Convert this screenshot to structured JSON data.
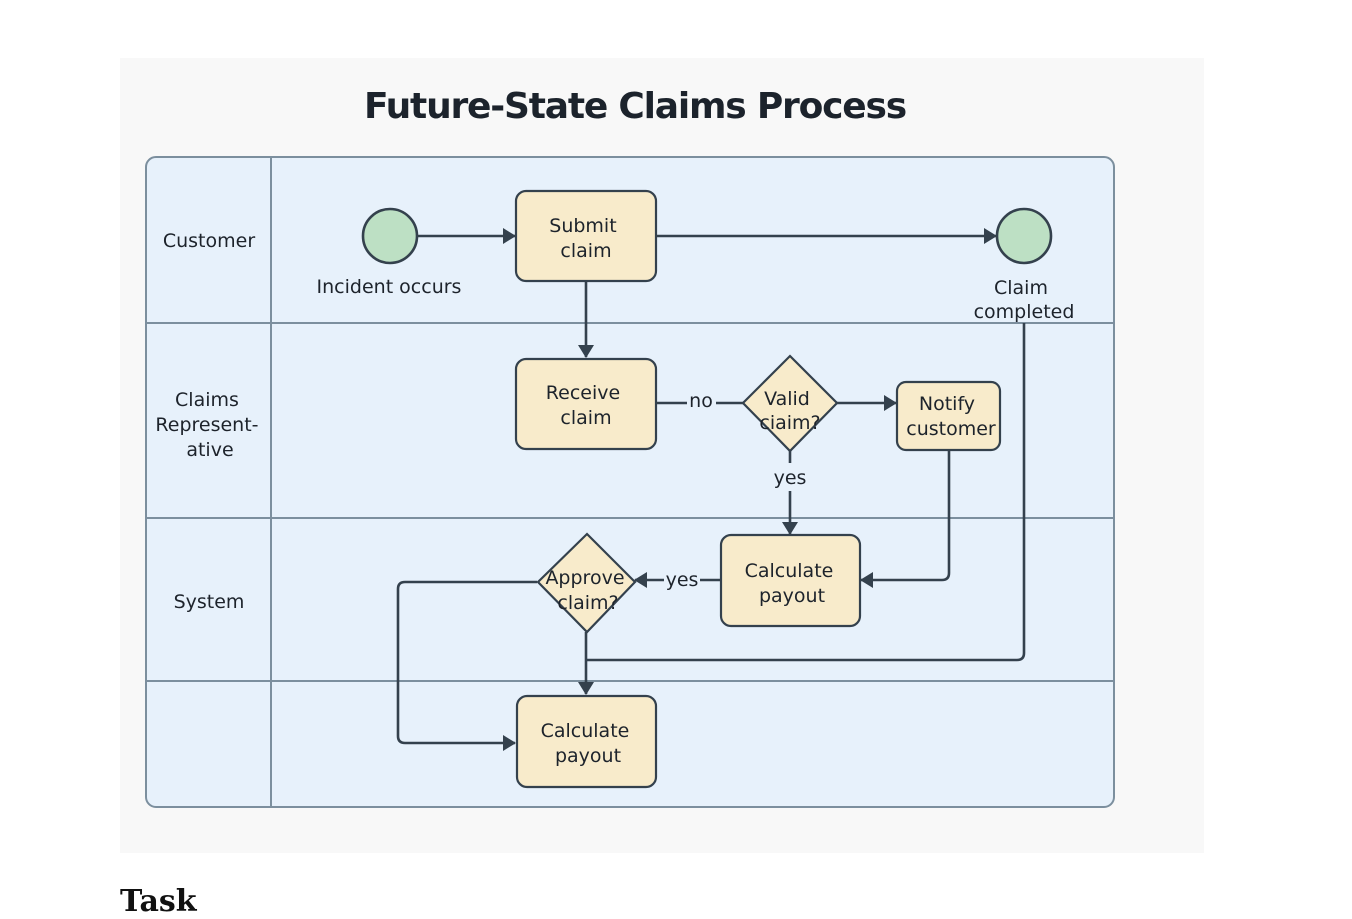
{
  "diagram": {
    "title": "Future-State Claims Process",
    "lanes": [
      {
        "id": "customer",
        "label_lines": [
          "Customer"
        ]
      },
      {
        "id": "claims-rep",
        "label_lines": [
          "Claims",
          "Represent-",
          "ative"
        ]
      },
      {
        "id": "system",
        "label_lines": [
          "System"
        ]
      },
      {
        "id": "unnamed",
        "label_lines": []
      }
    ],
    "nodes": [
      {
        "id": "incident",
        "type": "start-event",
        "lane": "customer",
        "label": "Incident occurs"
      },
      {
        "id": "submit",
        "type": "task",
        "lane": "customer",
        "label_lines": [
          "Submit",
          "claim"
        ]
      },
      {
        "id": "completed",
        "type": "end-event",
        "lane": "customer",
        "label_lines": [
          "Claim",
          "completed"
        ]
      },
      {
        "id": "receive",
        "type": "task",
        "lane": "claims-rep",
        "label_lines": [
          "Receive",
          "claim"
        ]
      },
      {
        "id": "valid",
        "type": "gateway",
        "lane": "claims-rep",
        "label_lines": [
          "Valid",
          "ciaim?"
        ]
      },
      {
        "id": "notify",
        "type": "task",
        "lane": "claims-rep",
        "label_lines": [
          "Notify",
          "customer"
        ]
      },
      {
        "id": "calc1",
        "type": "task",
        "lane": "system",
        "label_lines": [
          "Calculate",
          "payout"
        ]
      },
      {
        "id": "approve",
        "type": "gateway",
        "lane": "system",
        "label_lines": [
          "Approve",
          "claim?"
        ]
      },
      {
        "id": "calc2",
        "type": "task",
        "lane": "unnamed",
        "label_lines": [
          "Calculate",
          "payout"
        ]
      }
    ],
    "edges": [
      {
        "from": "incident",
        "to": "submit",
        "label": ""
      },
      {
        "from": "submit",
        "to": "completed",
        "label": ""
      },
      {
        "from": "submit",
        "to": "receive",
        "label": ""
      },
      {
        "from": "receive",
        "to": "valid",
        "label": "no"
      },
      {
        "from": "valid",
        "to": "notify",
        "label": ""
      },
      {
        "from": "valid",
        "to": "calc1",
        "label": "yes"
      },
      {
        "from": "notify",
        "to": "calc1",
        "label": ""
      },
      {
        "from": "calc1",
        "to": "approve",
        "label": "yes"
      },
      {
        "from": "approve",
        "to": "calc2",
        "label": ""
      },
      {
        "from": "approve",
        "to": "calc2",
        "label": "",
        "route": "left-loop"
      },
      {
        "from": "completed",
        "to": "calc2",
        "label": ""
      }
    ]
  },
  "colors": {
    "lane_fill": "#e7f1fb",
    "lane_border": "#7c8f9e",
    "task_fill": "#f8ebcb",
    "event_fill": "#bde0c4",
    "stroke": "#34414d",
    "text": "#1d232b"
  },
  "next_section": {
    "heading": "Task"
  }
}
